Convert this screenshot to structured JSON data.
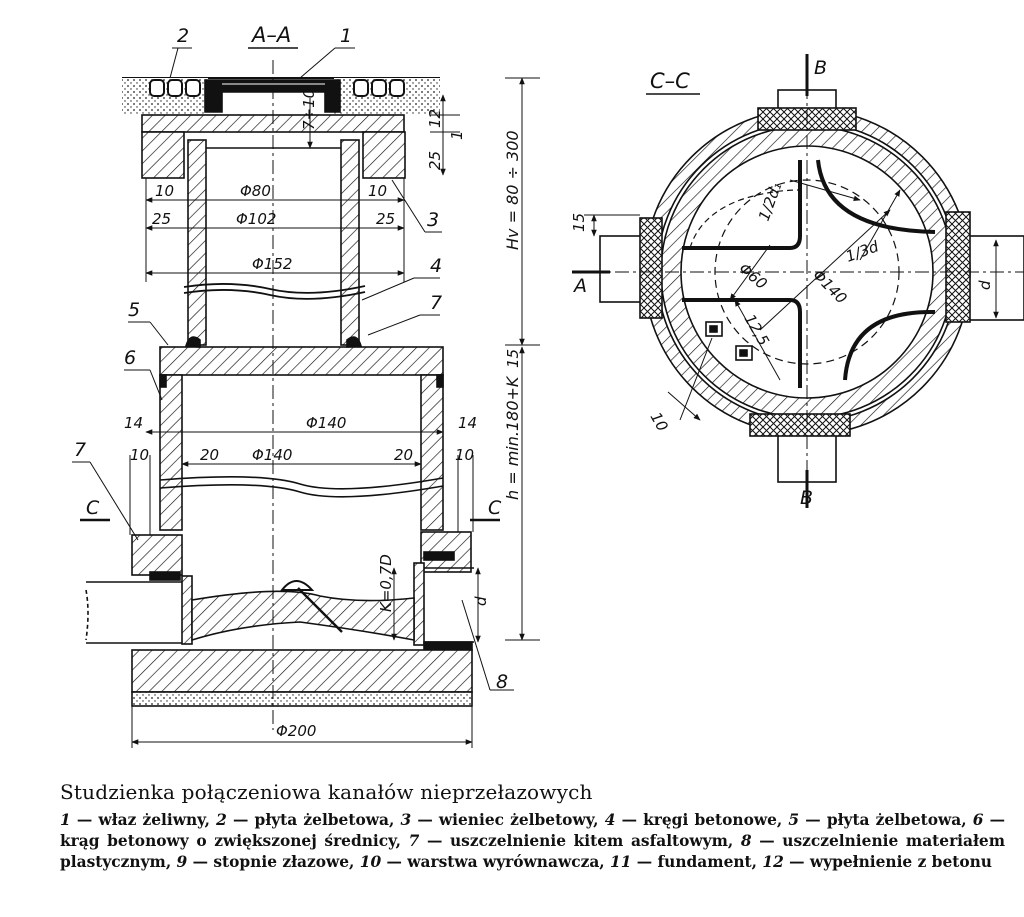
{
  "labels": {
    "section_aa": "A–A",
    "section_cc": "C–C",
    "mark_b": "B",
    "mark_a": "A",
    "mark_c": "C",
    "part_1": "1",
    "part_2": "2",
    "part_3": "3",
    "part_4": "4",
    "part_5": "5",
    "part_6": "6",
    "part_7": "7",
    "part_8": "8"
  },
  "dimensions": {
    "d7_10": "7÷10",
    "d12": "12",
    "d1": "1",
    "d25_top": "25",
    "hv": "Hv = 80 ÷ 300",
    "d15_right": "15",
    "h_min": "h = min.180+K",
    "left_10": "10",
    "left_25": "25",
    "right_10": "10",
    "right_25": "25",
    "phi80": "Φ80",
    "phi102": "Φ102",
    "phi152": "Φ152",
    "left_14": "14",
    "right_14": "14",
    "phi140_outer": "Φ140",
    "phi140_inner": "Φ140",
    "left_20": "20",
    "right_20": "20",
    "bot_left_10": "10",
    "bot_right_10": "10",
    "k07d": "K=0,7D",
    "d_side": "d",
    "phi200": "Φ200",
    "cc_15": "15",
    "cc_half_d1": "1/2d₁",
    "cc_third_d": "1/3d",
    "cc_phi60": "Φ60",
    "cc_phi140": "Φ140",
    "cc_125": "12,5",
    "cc_10": "10",
    "cc_d": "d"
  },
  "caption": {
    "title": "Studzienka połączeniowa kanałów nieprzełazowych",
    "legend": [
      {
        "num": "1",
        "text": "właz żeliwny,"
      },
      {
        "num": "2",
        "text": "płyta żelbetowa,"
      },
      {
        "num": "3",
        "text": "wieniec żelbetowy,"
      },
      {
        "num": "4",
        "text": "kręgi betonowe,"
      },
      {
        "num": "5",
        "text": "płyta żelbetowa,"
      },
      {
        "num": "6",
        "text": "krąg betonowy o zwiększonej średnicy,"
      },
      {
        "num": "7",
        "text": "uszczelnienie kitem asfaltowym,"
      },
      {
        "num": "8",
        "text": "uszczelnienie materiałem plastycznym,"
      },
      {
        "num": "9",
        "text": "stopnie złazowe,"
      },
      {
        "num": "10",
        "text": "warstwa wyrównawcza,"
      },
      {
        "num": "11",
        "text": "fundament,"
      },
      {
        "num": "12",
        "text": "wypełnienie z betonu"
      }
    ]
  }
}
